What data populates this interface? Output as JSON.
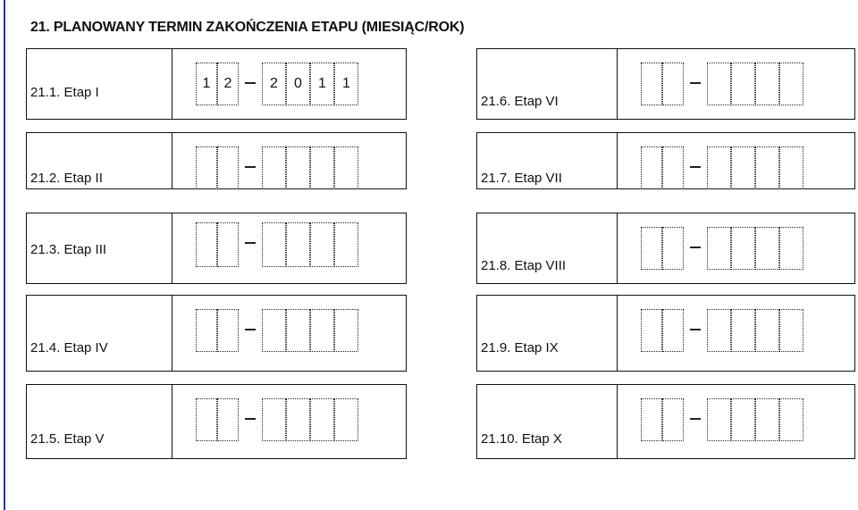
{
  "section": {
    "title": "21. PLANOWANY TERMIN ZAKOŃCZENIA ETAPU (MIESIĄC/ROK)"
  },
  "stages": [
    {
      "label": "21.1. Etap I",
      "month": [
        "1",
        "2"
      ],
      "year": [
        "2",
        "0",
        "1",
        "1"
      ]
    },
    {
      "label": "21.2. Etap II",
      "month": [
        "",
        ""
      ],
      "year": [
        "",
        "",
        "",
        ""
      ]
    },
    {
      "label": "21.3. Etap III",
      "month": [
        "",
        ""
      ],
      "year": [
        "",
        "",
        "",
        ""
      ]
    },
    {
      "label": "21.4. Etap IV",
      "month": [
        "",
        ""
      ],
      "year": [
        "",
        "",
        "",
        ""
      ]
    },
    {
      "label": "21.5. Etap V",
      "month": [
        "",
        ""
      ],
      "year": [
        "",
        "",
        "",
        ""
      ]
    },
    {
      "label": "21.6. Etap VI",
      "month": [
        "",
        ""
      ],
      "year": [
        "",
        "",
        "",
        ""
      ]
    },
    {
      "label": "21.7. Etap VII",
      "month": [
        "",
        ""
      ],
      "year": [
        "",
        "",
        "",
        ""
      ]
    },
    {
      "label": "21.8. Etap VIII",
      "month": [
        "",
        ""
      ],
      "year": [
        "",
        "",
        "",
        ""
      ]
    },
    {
      "label": "21.9. Etap IX",
      "month": [
        "",
        ""
      ],
      "year": [
        "",
        "",
        "",
        ""
      ]
    },
    {
      "label": "21.10. Etap X",
      "month": [
        "",
        ""
      ],
      "year": [
        "",
        "",
        "",
        ""
      ]
    }
  ]
}
